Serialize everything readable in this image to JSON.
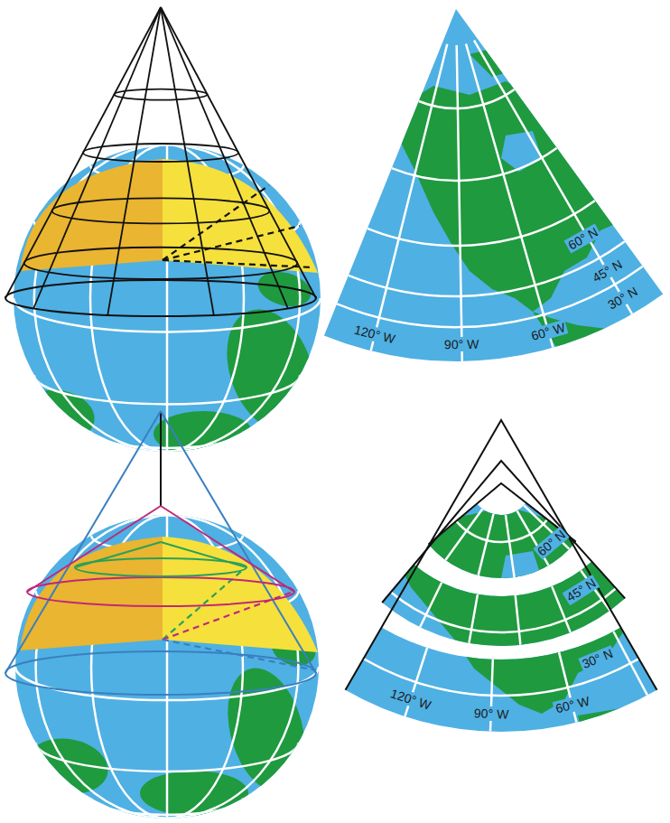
{
  "diagram": {
    "labels": [
      "60° N",
      "45° N",
      "30° N",
      "120° W",
      "90° W",
      "60° W",
      "60° N",
      "45° N",
      "30° N",
      "120° W",
      "90° W",
      "60° W"
    ]
  }
}
